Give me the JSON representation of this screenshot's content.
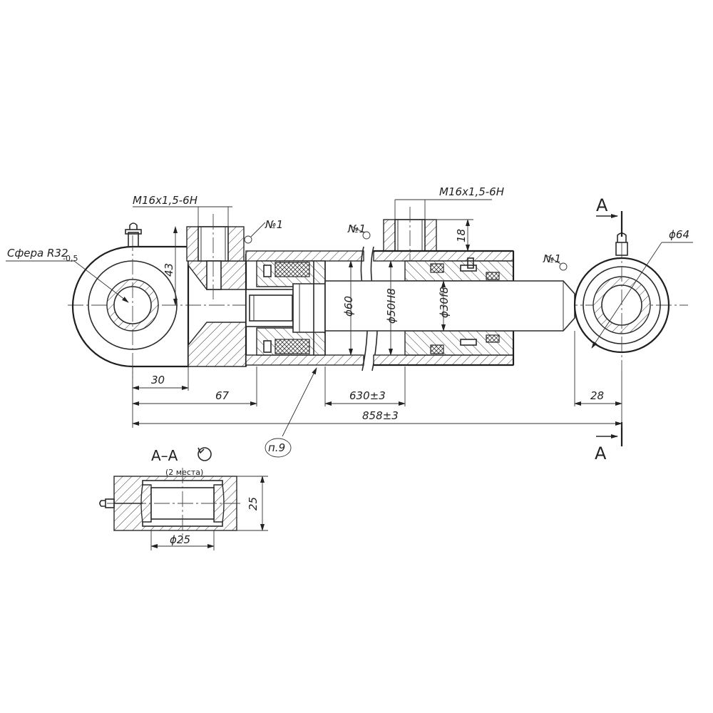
{
  "labels": {
    "sphere": "Сфера R32",
    "sphere_tol": "-0,5",
    "thread_left": "M16x1,5-6H",
    "thread_right": "M16x1,5-6H",
    "item_no_1": "№1",
    "item_no_2": "№1",
    "item_no_3": "№1",
    "dia_rod": "ϕ60",
    "dia_bore": "ϕ50H8",
    "dia_piston_rod": "ϕ30f8",
    "dia_eye": "ϕ64",
    "dim_43": "43",
    "dim_18": "18",
    "dim_30": "30",
    "dim_67": "67",
    "dim_630": "630±3",
    "dim_858": "858±3",
    "dim_28": "28",
    "note_ref": "п.9",
    "section_mark_top": "A",
    "section_mark_bottom": "A",
    "section_title": "A–A",
    "section_places": "(2 места)",
    "section_dim_25": "25",
    "section_dia_25": "ϕ25"
  }
}
